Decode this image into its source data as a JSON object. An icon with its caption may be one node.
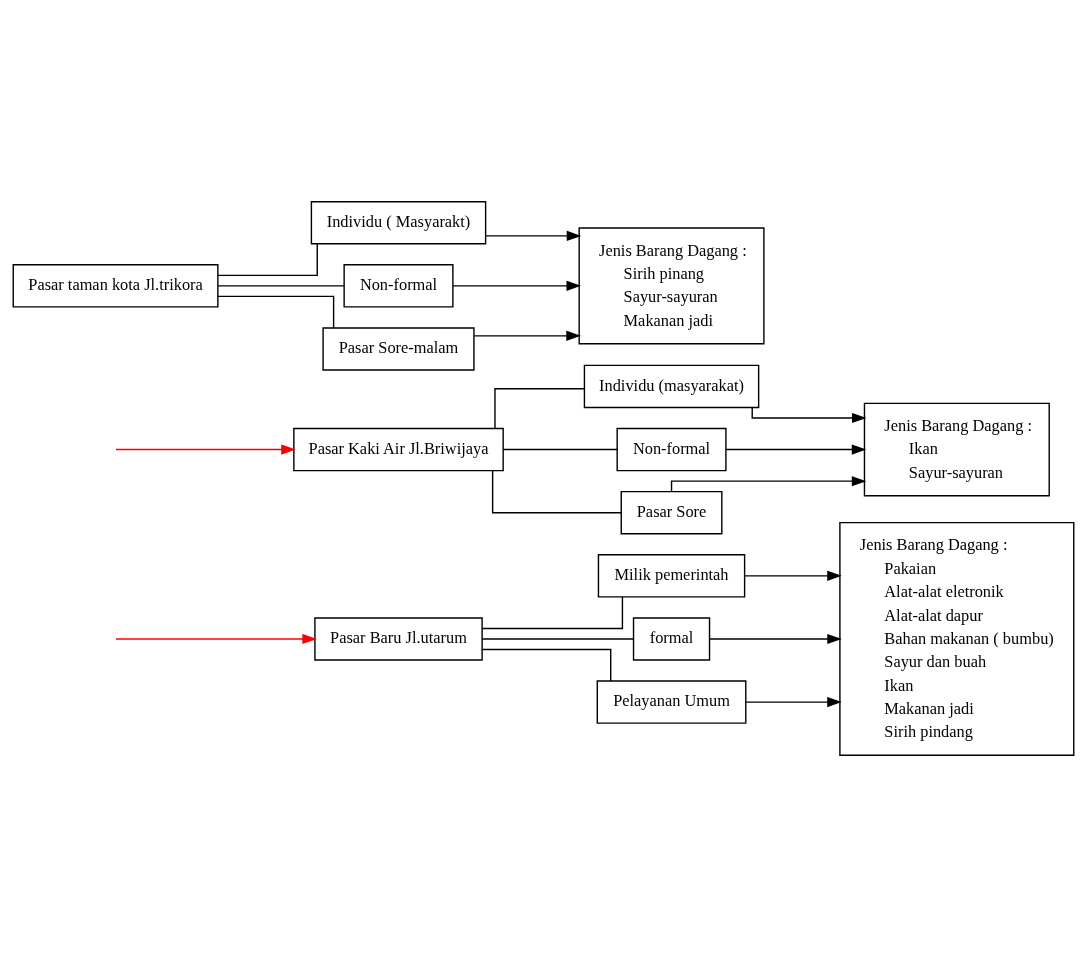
{
  "diagram": {
    "nodes": [
      {
        "text": [
          "Pasar Baru Jl.utarum"
        ]
      },
      {
        "text": [
          "Milik pemerintah"
        ]
      },
      {
        "text": [
          "formal"
        ]
      },
      {
        "text": [
          "Pelayanan Umum"
        ]
      },
      {
        "text": [
          "Jenis Barang Dagang :",
          "Pakaian",
          "Alat-alat eletronik",
          "Alat-alat dapur",
          "Bahan makanan ( bumbu)",
          "Sayur dan buah",
          "Ikan",
          "Makanan jadi",
          "Sirih pindang"
        ]
      },
      {
        "text": [
          "Pasar Kaki Air Jl.Briwijaya"
        ]
      },
      {
        "text": [
          "Individu (masyarakat)"
        ]
      },
      {
        "text": [
          "Non-formal"
        ]
      },
      {
        "text": [
          "Pasar Sore"
        ]
      },
      {
        "text": [
          "Jenis Barang Dagang :",
          "Ikan",
          "Sayur-sayuran"
        ]
      },
      {
        "text": [
          "Pasar taman kota Jl.trikora"
        ]
      },
      {
        "text": [
          "Individu ( Masyarakt)"
        ]
      },
      {
        "text": [
          "Non-formal"
        ]
      },
      {
        "text": [
          "Pasar Sore-malam"
        ]
      },
      {
        "text": [
          "Jenis Barang Dagang :",
          "Sirih pinang",
          "Sayur-sayuran",
          "Makanan jadi"
        ]
      }
    ],
    "edges": [
      {
        "from": null,
        "to": 0,
        "arrow": "to",
        "color": "#ff0000"
      },
      {
        "from": 0,
        "to": 1,
        "arrow": "none"
      },
      {
        "from": 0,
        "to": 2,
        "arrow": "none"
      },
      {
        "from": 0,
        "to": 3,
        "arrow": "none"
      },
      {
        "from": 1,
        "to": 4,
        "arrow": "to"
      },
      {
        "from": 2,
        "to": 4,
        "arrow": "to"
      },
      {
        "from": 3,
        "to": 4,
        "arrow": "to"
      },
      {
        "from": null,
        "to": 5,
        "arrow": "to",
        "color": "#ff0000"
      },
      {
        "from": 5,
        "to": 6,
        "arrow": "none"
      },
      {
        "from": 5,
        "to": 7,
        "arrow": "none"
      },
      {
        "from": 5,
        "to": 8,
        "arrow": "none"
      },
      {
        "from": 6,
        "to": 9,
        "arrow": "to"
      },
      {
        "from": 7,
        "to": 9,
        "arrow": "to"
      },
      {
        "from": 8,
        "to": 9,
        "arrow": "to"
      },
      {
        "from": 10,
        "to": 11,
        "arrow": "none"
      },
      {
        "from": 10,
        "to": 12,
        "arrow": "none"
      },
      {
        "from": 10,
        "to": 13,
        "arrow": "none"
      },
      {
        "from": 11,
        "to": 14,
        "arrow": "to"
      },
      {
        "from": 12,
        "to": 14,
        "arrow": "to"
      },
      {
        "from": 13,
        "to": 14,
        "arrow": "to"
      }
    ]
  }
}
